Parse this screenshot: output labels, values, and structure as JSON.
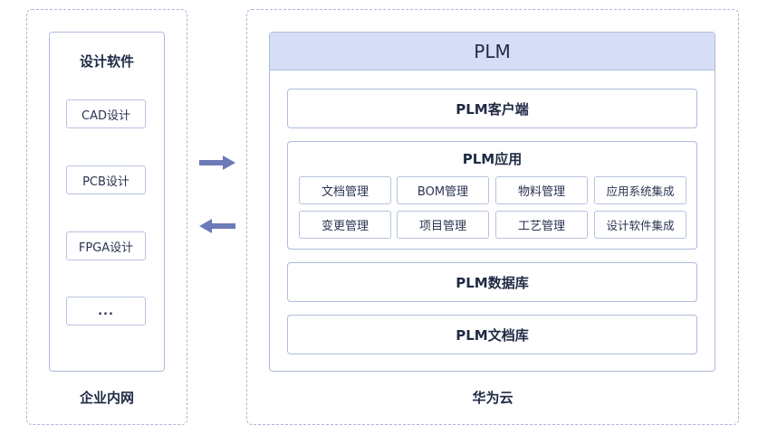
{
  "left_panel": {
    "footer": "企业内网",
    "inner_title": "设计软件",
    "items": [
      "CAD设计",
      "PCB设计",
      "FPGA设计",
      "..."
    ]
  },
  "right_panel": {
    "footer": "华为云",
    "header": "PLM",
    "client": "PLM客户端",
    "app": {
      "title": "PLM应用",
      "modules": [
        "文档管理",
        "BOM管理",
        "物料管理",
        "应用系统集成",
        "变更管理",
        "项目管理",
        "工艺管理",
        "设计软件集成"
      ]
    },
    "database": "PLM数据库",
    "doc_library": "PLM文档库"
  },
  "colors": {
    "dashed_border": "#a9b6d6",
    "box_border": "#aebcdc",
    "header_fill": "#d6def7",
    "arrow": "#6b7ab8"
  }
}
